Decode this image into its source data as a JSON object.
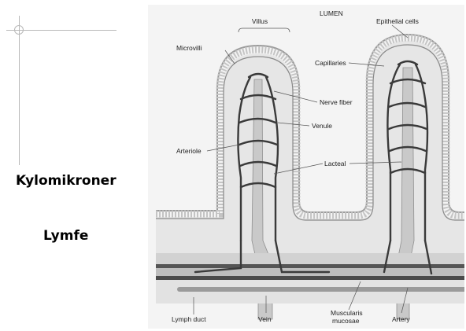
{
  "slide": {
    "text_kylomikroner": "Kylomikroner",
    "text_lymfe": "Lymfe"
  },
  "diagram": {
    "labels": {
      "villus": "Villus",
      "lumen": "LUMEN",
      "epithelial_cells": "Epithelial cells",
      "microvilli": "Microvilli",
      "capillaries": "Capillaries",
      "nerve_fiber": "Nerve fiber",
      "venule": "Venule",
      "arteriole": "Arteriole",
      "lacteal": "Lacteal",
      "lymph_duct": "Lymph duct",
      "vein": "Vein",
      "muscularis_mucosae_1": "Muscularis",
      "muscularis_mucosae_2": "mucosae",
      "artery": "Artery"
    }
  }
}
